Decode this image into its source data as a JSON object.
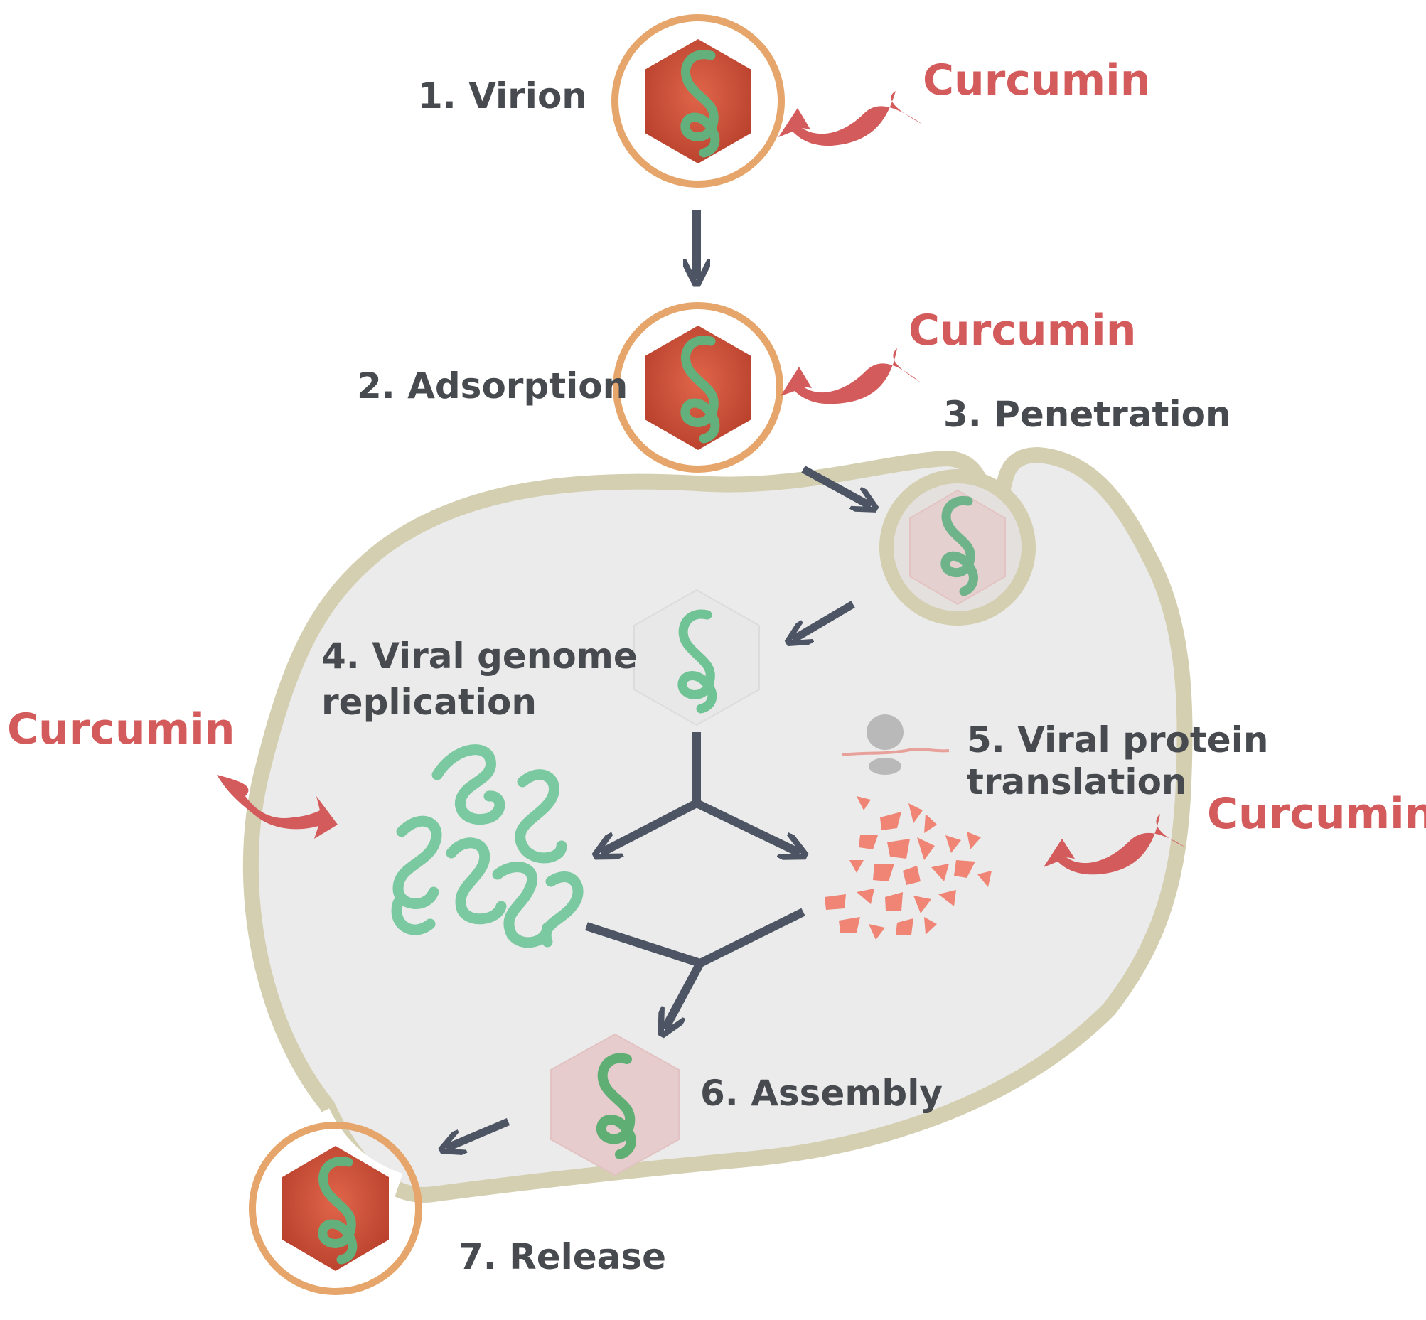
{
  "steps": {
    "virion": "1. Virion",
    "adsorption": "2. Adsorption",
    "penetration": "3. Penetration",
    "replication_line1": "4. Viral genome",
    "replication_line2": "replication",
    "translation_line1": "5. Viral protein",
    "translation_line2": "translation",
    "assembly": "6. Assembly",
    "release": "7. Release"
  },
  "inhibitor": {
    "label_1": "Curcumin",
    "label_2": "Curcumin",
    "label_3": "Curcumin",
    "label_4": "Curcumin"
  },
  "colors": {
    "inhibitor": "#d45b5b",
    "label": "#474a4f",
    "flow_arrow": "#4d5564",
    "membrane": "#d4cfb0",
    "capsid": "#d2503a",
    "capsid_ring": "#e6a56a",
    "genome": "#6fc395",
    "protein": "#f08576",
    "cytoplasm": "#ebebeb"
  }
}
